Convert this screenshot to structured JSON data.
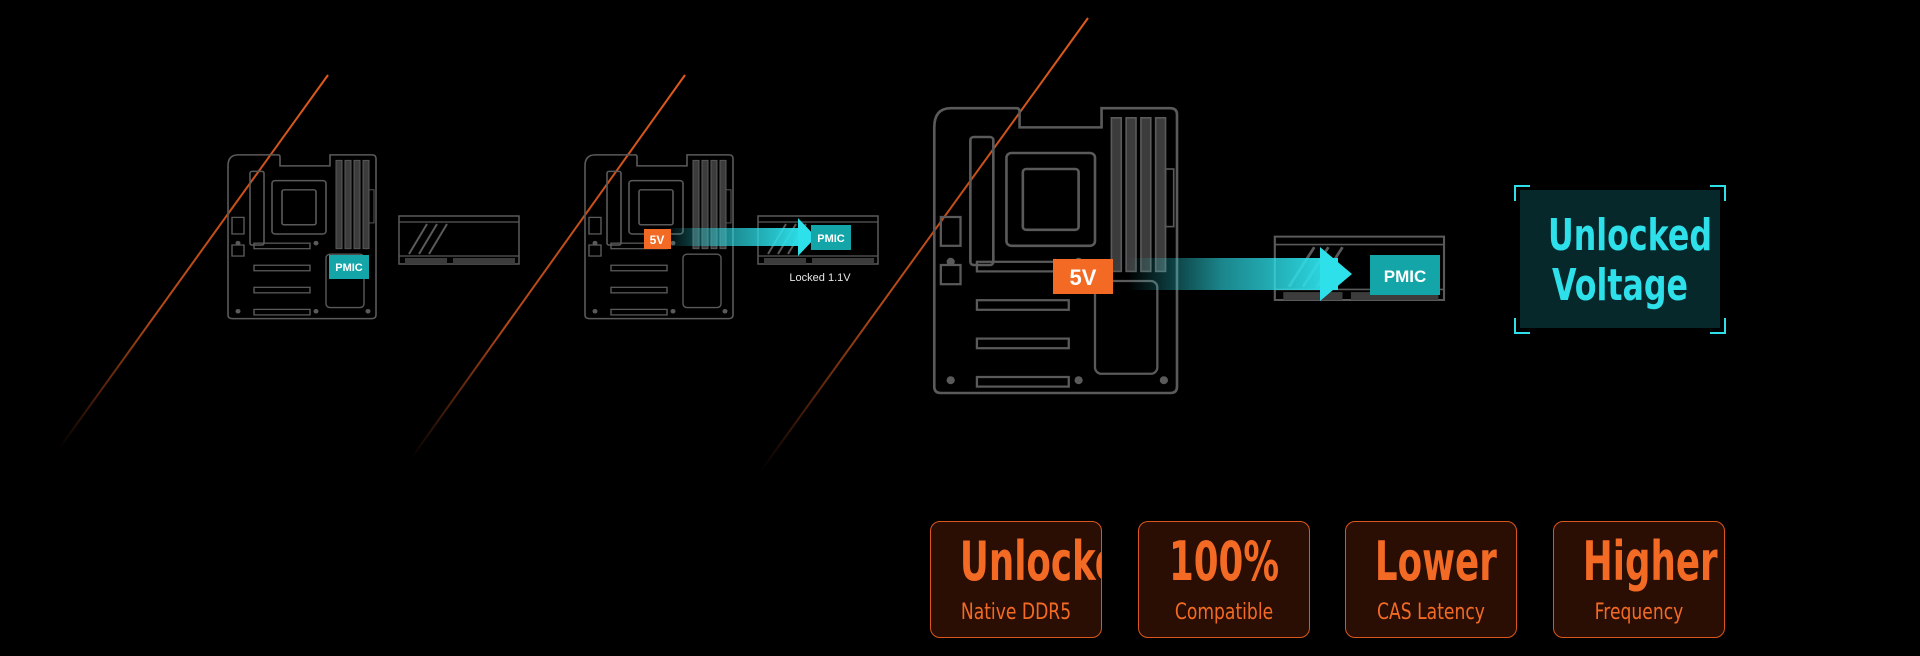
{
  "diagram": {
    "stage1": {
      "pmic_label": "PMIC"
    },
    "stage2": {
      "voltage_label": "5V",
      "pmic_label": "PMIC",
      "note": "Locked 1.1V"
    },
    "stage3": {
      "voltage_label": "5V",
      "pmic_label": "PMIC"
    },
    "result": {
      "line1": "Unlocked",
      "line2": "Voltage"
    }
  },
  "features": [
    {
      "title": "Unlocked",
      "subtitle": "Native DDR5"
    },
    {
      "title": "100%",
      "subtitle": "Compatible"
    },
    {
      "title": "Lower",
      "subtitle": "CAS Latency"
    },
    {
      "title": "Higher",
      "subtitle": "Frequency"
    }
  ],
  "colors": {
    "background": "#000000",
    "outline": "#5a5a5a",
    "accent_orange": "#f36a24",
    "slash_orange": "#e05a1c",
    "pmic_teal": "#13a5a8",
    "arrow_cyan": "#2de0ea",
    "box_bg": "#07282b"
  }
}
